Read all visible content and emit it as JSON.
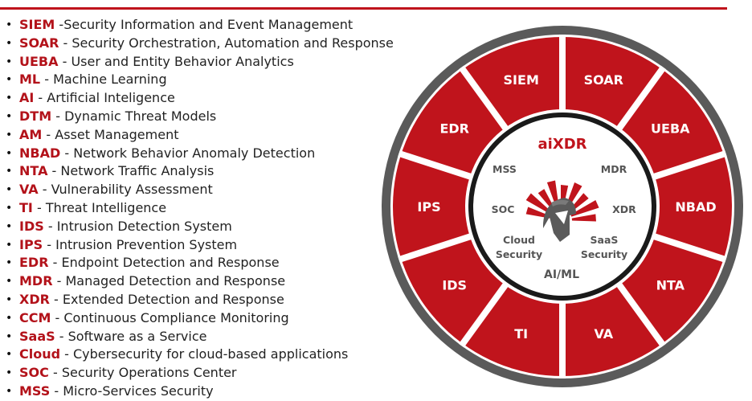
{
  "glossary": [
    {
      "abbr": "SIEM",
      "desc": " -Security Information and Event Management"
    },
    {
      "abbr": "SOAR",
      "desc": " - Security Orchestration, Automation and Response"
    },
    {
      "abbr": "UEBA",
      "desc": " - User and Entity Behavior Analytics"
    },
    {
      "abbr": "ML",
      "desc": " - Machine Learning"
    },
    {
      "abbr": "AI",
      "desc": " - Artificial Inteligence"
    },
    {
      "abbr": "DTM",
      "desc": " - Dynamic Threat Models"
    },
    {
      "abbr": "AM",
      "desc": " - Asset Management"
    },
    {
      "abbr": "NBAD",
      "desc": " - Network Behavior Anomaly Detection"
    },
    {
      "abbr": "NTA",
      "desc": " - Network Traffic Analysis"
    },
    {
      "abbr": "VA",
      "desc": " - Vulnerability Assessment"
    },
    {
      "abbr": "TI",
      "desc": " - Threat Intelligence"
    },
    {
      "abbr": "IDS",
      "desc": " - Intrusion Detection System"
    },
    {
      "abbr": "IPS",
      "desc": " - Intrusion Prevention System"
    },
    {
      "abbr": "EDR",
      "desc": " - Endpoint Detection and Response"
    },
    {
      "abbr": "MDR",
      "desc": " - Managed Detection and Response"
    },
    {
      "abbr": "XDR",
      "desc": " - Extended Detection and Response"
    },
    {
      "abbr": "CCM",
      "desc": " - Continuous Compliance Monitoring"
    },
    {
      "abbr": "SaaS",
      "desc": " - Software as a Service"
    },
    {
      "abbr": "Cloud",
      "desc": " - Cybersecurity for cloud-based applications"
    },
    {
      "abbr": "SOC",
      "desc": " - Security Operations Center"
    },
    {
      "abbr": "MSS",
      "desc": " - Micro-Services Security"
    }
  ],
  "wheel": {
    "segments": [
      "SIEM",
      "SOAR",
      "UEBA",
      "NBAD",
      "NTA",
      "VA",
      "TI",
      "IDS",
      "IPS",
      "EDR"
    ],
    "center_title": "aiXDR",
    "inner": {
      "mss": "MSS",
      "mdr": "MDR",
      "soc": "SOC",
      "xdr": "XDR",
      "cloud_line1": "Cloud",
      "cloud_line2": "Security",
      "saas_line1": "SaaS",
      "saas_line2": "Security",
      "aiml": "AI/ML"
    }
  },
  "colors": {
    "accent": "#c0141c",
    "abbr": "#b3121a",
    "segment": "#c0141c",
    "outer_ring": "#5a5a5a",
    "separator": "#ffffff",
    "inner_text": "#555555",
    "body_text": "#222222"
  },
  "icons": {
    "bullet": "•",
    "logo": "helmet-logo-icon"
  }
}
